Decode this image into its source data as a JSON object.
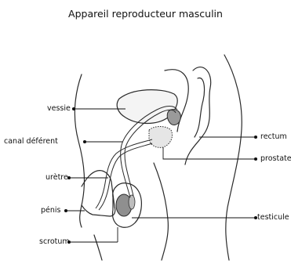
{
  "diagram": {
    "title": "Appareil reproducteur masculin",
    "labels_left": {
      "vessie": "vessie",
      "canal": "canal déférent",
      "uretre": "urètre",
      "penis": "pénis",
      "scrotum": "scrotum"
    },
    "labels_right": {
      "rectum": "rectum",
      "prostate": "prostate",
      "testicule": "testicule"
    }
  },
  "colors": {
    "outline": "#2a2a2a",
    "organ_fill": "#f4f4f4",
    "testicle_fill": "#8f8f8f",
    "leader": "#111111"
  }
}
